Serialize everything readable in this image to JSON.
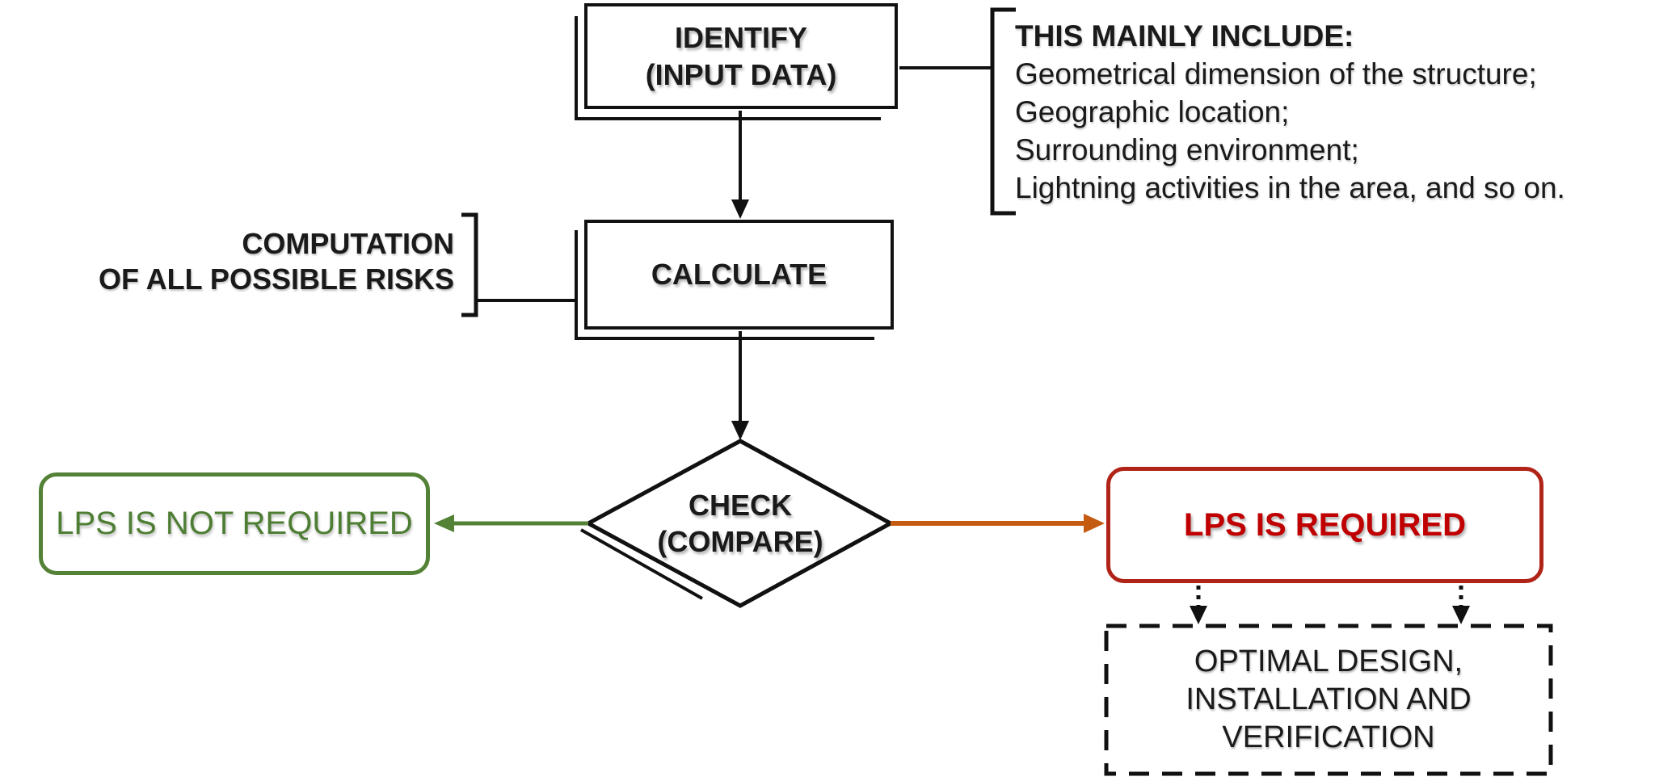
{
  "nodes": {
    "identify": {
      "lines": [
        "IDENTIFY",
        "(INPUT DATA)"
      ]
    },
    "calculate": {
      "label": "CALCULATE"
    },
    "check": {
      "lines": [
        "CHECK",
        "(COMPARE)"
      ]
    },
    "lps_not_required": {
      "label": "LPS IS NOT REQUIRED"
    },
    "lps_required": {
      "label": "LPS IS REQUIRED"
    },
    "optimal": {
      "lines": [
        "OPTIMAL DESIGN,",
        "INSTALLATION AND",
        "VERIFICATION"
      ]
    }
  },
  "annotations": {
    "include": {
      "heading": "THIS MAINLY INCLUDE:",
      "items": [
        "Geometrical dimension of the structure;",
        "Geographic location;",
        "Surrounding environment;",
        "Lightning activities in the area, and so on."
      ]
    },
    "computation": {
      "lines": [
        "COMPUTATION",
        "OF ALL POSSIBLE RISKS"
      ]
    }
  },
  "colors": {
    "line_black": "#111111",
    "green": "#538135",
    "orange": "#c55a11",
    "red_border": "#b02418",
    "red_text": "#c00000"
  }
}
